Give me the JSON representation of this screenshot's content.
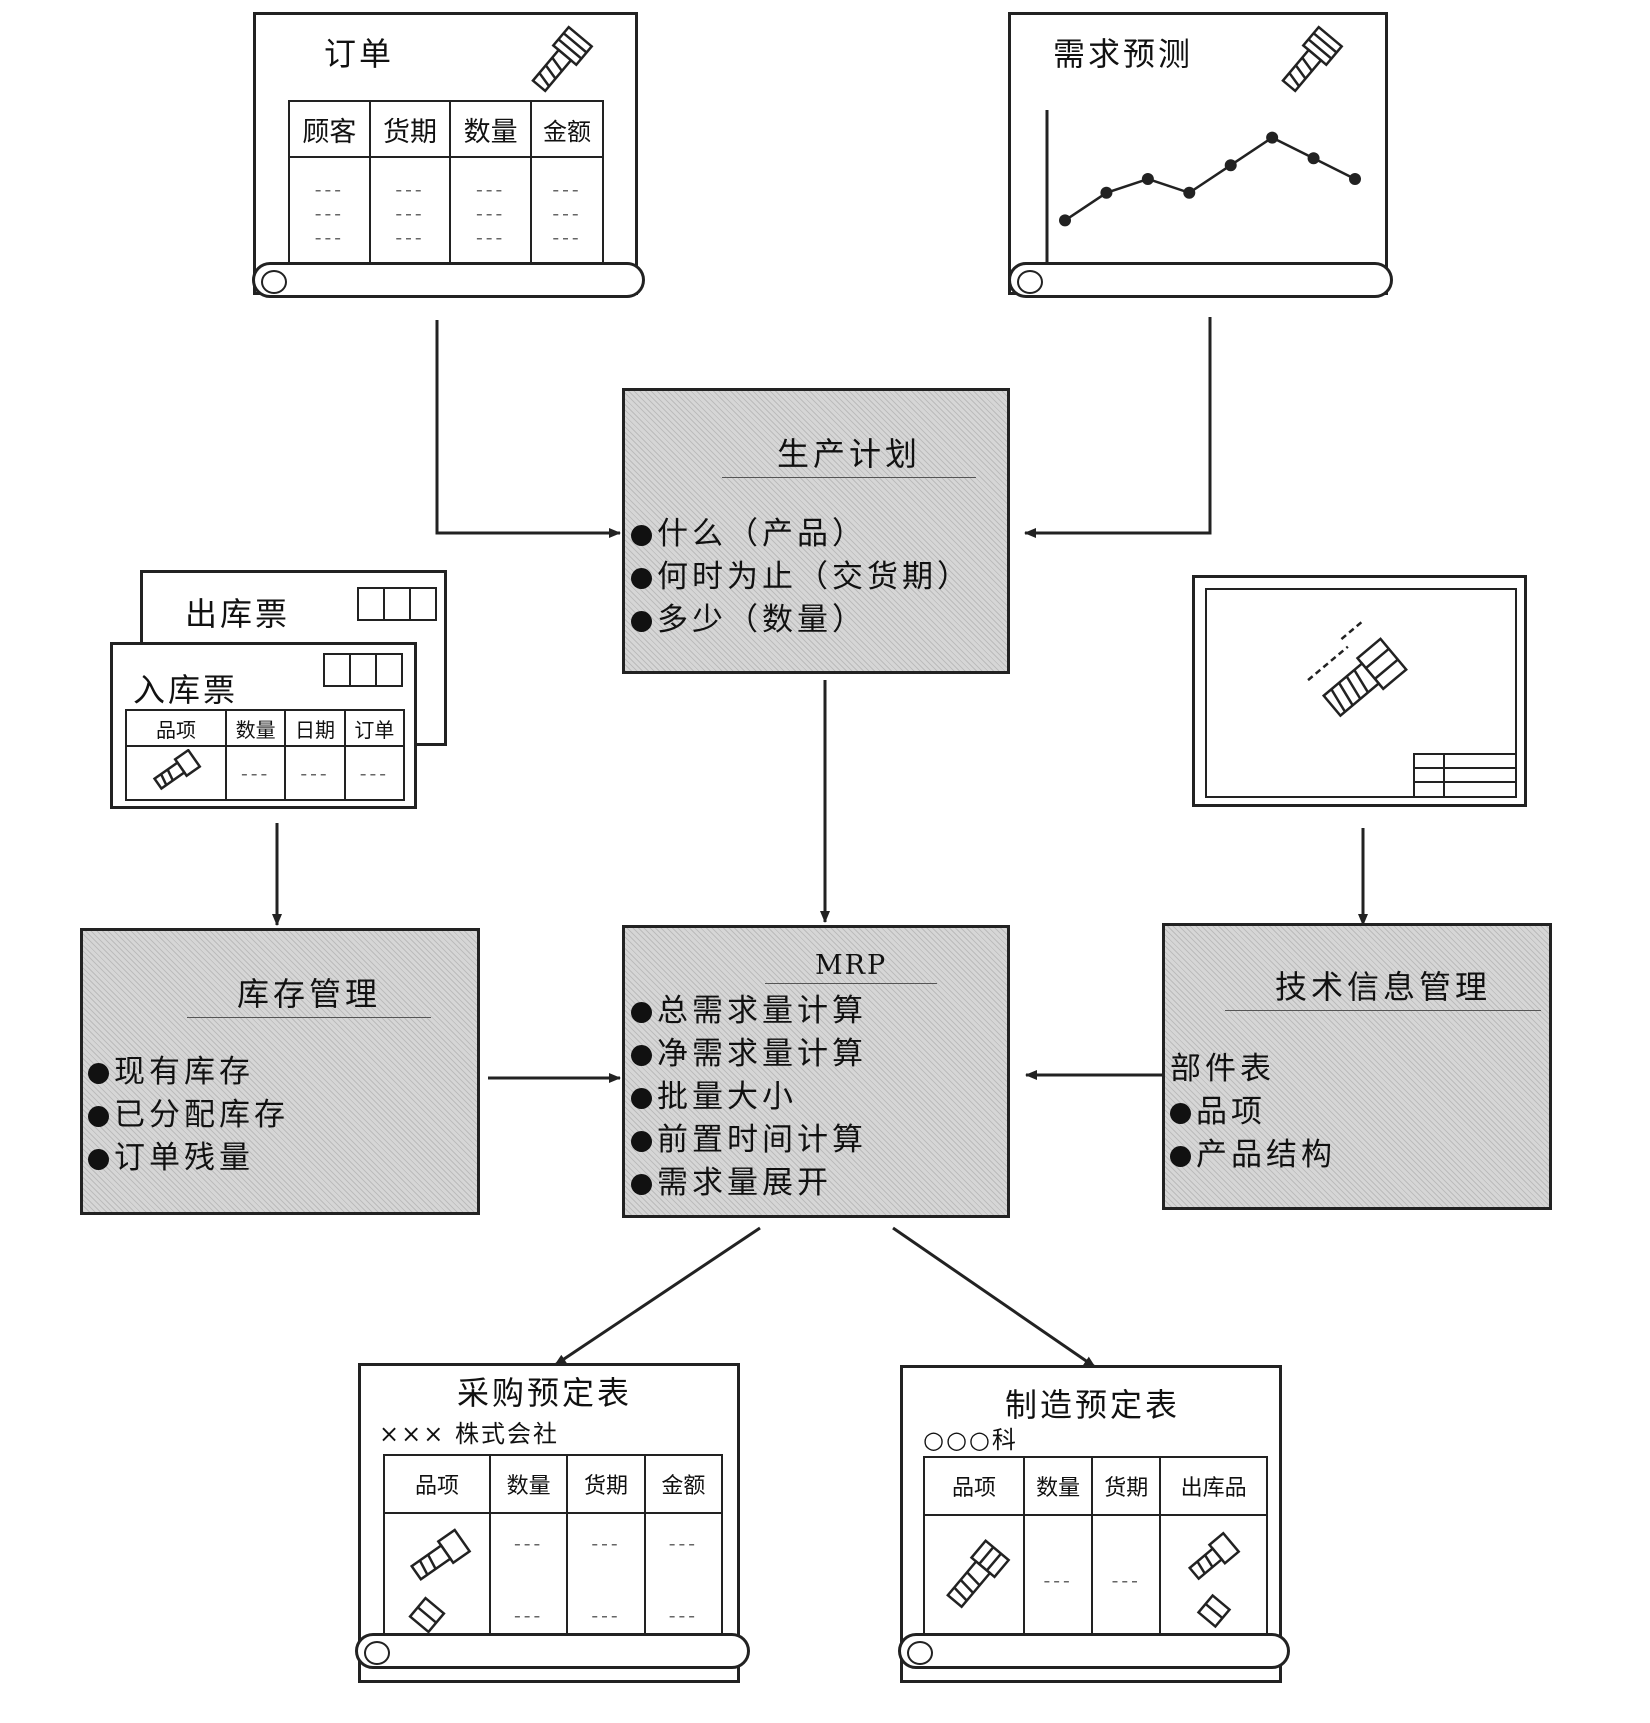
{
  "order_doc": {
    "title": "订单",
    "columns": [
      "顾客",
      "货期",
      "数量",
      "金额"
    ]
  },
  "forecast_doc": {
    "title": "需求预测",
    "chart_data": {
      "type": "line",
      "x": [
        1,
        2,
        3,
        4,
        5,
        6,
        7,
        8
      ],
      "values": [
        2,
        4,
        5,
        4,
        6,
        8,
        6.5,
        5
      ],
      "title": "",
      "xlabel": "",
      "ylabel": ""
    }
  },
  "production_plan": {
    "title": "生产计划",
    "items": [
      "什么（产品）",
      "何时为止（交货期）",
      "多少（数量）"
    ]
  },
  "issue_slip": {
    "title": "出库票"
  },
  "receipt_slip": {
    "title": "入库票",
    "columns": [
      "品项",
      "数量",
      "日期",
      "订单"
    ]
  },
  "inventory": {
    "title": "库存管理",
    "items": [
      "现有库存",
      "已分配库存",
      "订单残量"
    ]
  },
  "mrp": {
    "title": "MRP",
    "items": [
      "总需求量计算",
      "净需求量计算",
      "批量大小",
      "前置时间计算",
      "需求量展开"
    ]
  },
  "tech_info": {
    "title": "技术信息管理",
    "subtitle": "部件表",
    "items": [
      "品项",
      "产品结构"
    ]
  },
  "purchase_schedule": {
    "title": "采购预定表",
    "subtitle": "××× 株式会社",
    "columns": [
      "品项",
      "数量",
      "货期",
      "金额"
    ]
  },
  "manufacture_schedule": {
    "title": "制造预定表",
    "subtitle": "○○○科",
    "columns": [
      "品项",
      "数量",
      "货期",
      "出库品"
    ]
  },
  "icons": {
    "bolt": "bolt-icon",
    "drawing": "engineering-drawing-icon"
  }
}
